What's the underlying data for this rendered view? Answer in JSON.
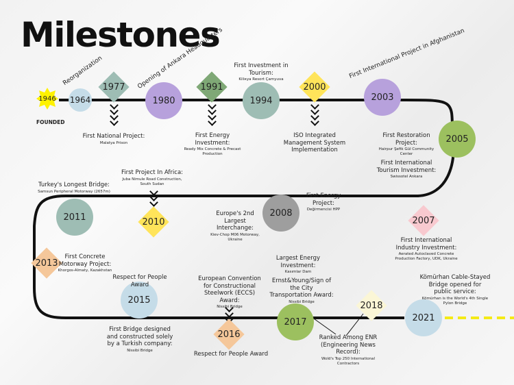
{
  "title": "Milestones",
  "colors": {
    "track": "#111111",
    "blue": "#c5dce8",
    "purple": "#b7a1dc",
    "teal": "#9ebdb4",
    "green": "#9cc05f",
    "gray": "#9e9e9e",
    "yellow_diamond": "#ffe45a",
    "yellow_star": "#fff200",
    "pink": "#f8c9cf",
    "orange": "#f5c79a",
    "tealgreen": "#7fa876",
    "cream": "#fbf6d6",
    "dash": "#f4ea16"
  },
  "events": {
    "founded": {
      "year": "1946",
      "label": "FOUNDED"
    },
    "e1964": {
      "year": "1964",
      "label": "Reorganization"
    },
    "e1977": {
      "year": "1977",
      "title": "First National Project:",
      "sub": "Malatya Prison"
    },
    "e1980": {
      "year": "1980",
      "label": "Opening of Ankara Headquarters"
    },
    "e1991": {
      "year": "1991",
      "title": "First Energy Investment:",
      "sub": "Ready Mix Concrete & Precast Production"
    },
    "e1994": {
      "year": "1994",
      "title": "First Investment in Tourism:",
      "sub": "Kiliкya Resort Çamyuva"
    },
    "e2000": {
      "year": "2000",
      "title": "ISO Integrated Management System Implementation"
    },
    "e2003": {
      "year": "2003",
      "label": "First International Project in Afghanistan"
    },
    "e2005": {
      "year": "2005",
      "title1": "First Restoration Project:",
      "sub1": "Hairpur Şefik Gül Community Center",
      "title2": "First International Tourism Investment:",
      "sub2": "Swissotel Ankara"
    },
    "e2007": {
      "year": "2007",
      "title": "First International Industry Investment:",
      "sub": "Aerated Autoclaved Concrete Production Factory, UDK, Ukraine"
    },
    "e2008": {
      "year": "2008",
      "title1": "First Energy Project:",
      "sub1": "Değirmencisi HPP",
      "title2": "Europe's 2nd Largest Interchange:",
      "sub2": "Kiev-Chop M06 Motorway, Ukraine"
    },
    "e2010": {
      "year": "2010",
      "title": "First Project In Africa:",
      "sub": "Juba Nimule Road Construction, South Sudan"
    },
    "e2011": {
      "year": "2011",
      "title": "Turkey's Longest Bridge:",
      "sub": "Samsun Peripheral Motorway (2657m)"
    },
    "e2013": {
      "year": "2013",
      "title": "First Concrete Motorway Project:",
      "sub": "Khorgos-Almaty, Kazakhstan"
    },
    "e2015": {
      "year": "2015",
      "title1": "Respect for People Award",
      "title2": "First Bridge designed and constructed solely by a Turkish company:",
      "sub2": "Nissibi Bridge"
    },
    "e2016": {
      "year": "2016",
      "title1": "European Convention for Constructional Steelwork (ECCS) Award:",
      "sub1": "Nissibi Bridge",
      "title2": "Respect for People Award"
    },
    "e2017": {
      "year": "2017",
      "title1": "Largest Energy Investment:",
      "sub1": "Kasımlar Dam",
      "title2": "Ernst&Young/Sign of the City Transportation Award:",
      "sub2": "Nissibi Bridge"
    },
    "e2018": {
      "year": "2018",
      "title": "Ranked Among ENR (Engineering News Record):",
      "sub": "Wold's Top 250 International Contractors"
    },
    "e2021": {
      "year": "2021",
      "title": "Kömürhan Cable-Stayed Bridge opened for public service:",
      "sub": "Kömürhan is the World's 4th Single Pylon Bridge"
    }
  }
}
